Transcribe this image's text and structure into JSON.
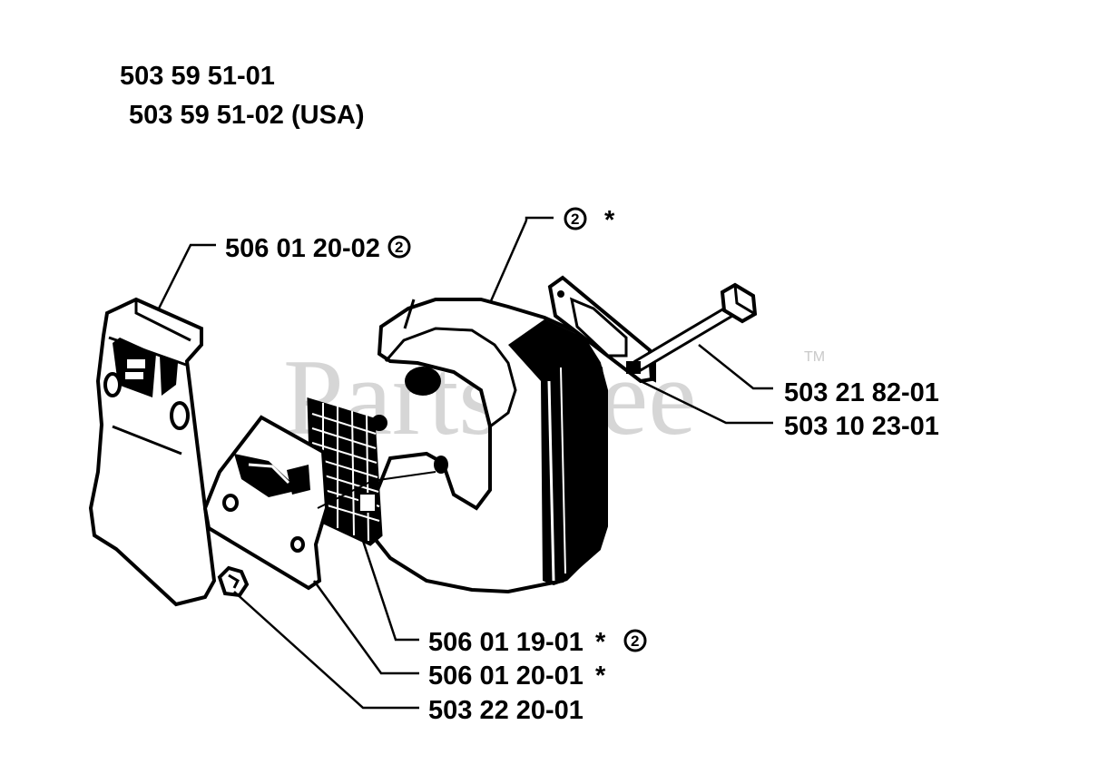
{
  "header": {
    "line1": "503 59 51-01",
    "line2": "503 59 51-02 (USA)"
  },
  "watermark": {
    "text": "PartsTree",
    "trademark": "TM"
  },
  "callouts": {
    "circled_number": "2",
    "asterisk": "*",
    "top_label": "",
    "left_cover": "506 01 20-02",
    "bolt": "503 21 82-01",
    "gasket": "503 10 23-01",
    "spark_screen": "506 01 19-01",
    "cover_plate": "506 01 20-01",
    "nut": "503 22 20-01"
  },
  "colors": {
    "ink": "#000000",
    "background": "#ffffff",
    "watermark": "#d6d6d6"
  }
}
